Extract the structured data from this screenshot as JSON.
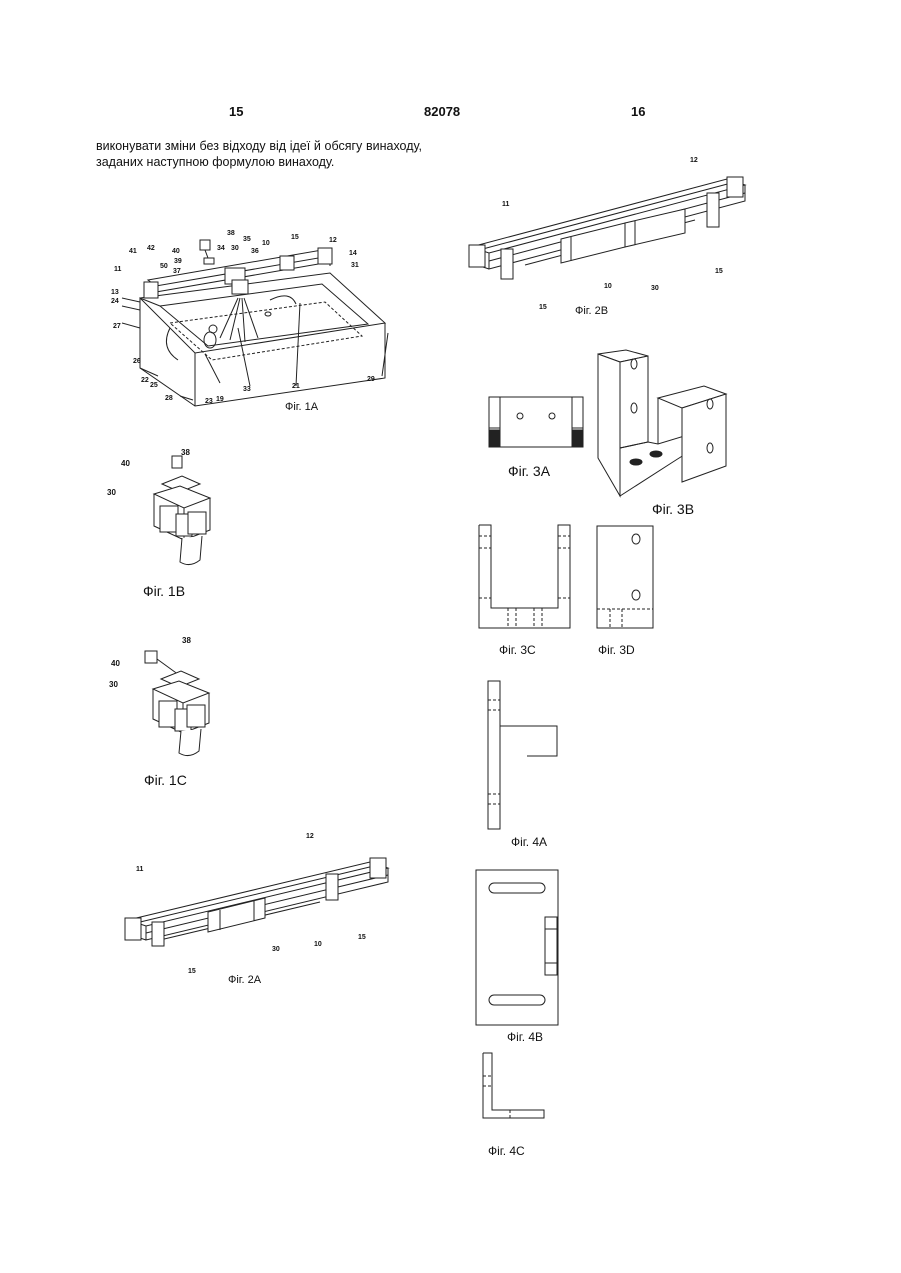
{
  "header": {
    "page_left": "15",
    "doc_number": "82078",
    "page_right": "16"
  },
  "body_text": "виконувати зміни без відходу від ідеї й обсягу винаходу, заданих наступною формулою винаходу.",
  "figures": {
    "fig1a": {
      "caption": "Фіг. 1А",
      "refs": [
        "38",
        "40",
        "34",
        "30",
        "35",
        "10",
        "15",
        "12",
        "14",
        "31",
        "41",
        "42",
        "50",
        "39",
        "37",
        "36",
        "11",
        "13",
        "24",
        "27",
        "26",
        "22",
        "25",
        "28",
        "23",
        "19",
        "33",
        "21",
        "29"
      ]
    },
    "fig1b": {
      "caption": "Фіг. 1В",
      "refs": [
        "38",
        "40",
        "30"
      ]
    },
    "fig1c": {
      "caption": "Фіг. 1С",
      "refs": [
        "38",
        "40",
        "30"
      ]
    },
    "fig2a": {
      "caption": "Фіг. 2А",
      "refs": [
        "12",
        "11",
        "30",
        "10",
        "15",
        "15"
      ]
    },
    "fig2b": {
      "caption": "Фіг. 2В",
      "refs": [
        "12",
        "11",
        "15",
        "10",
        "30",
        "15"
      ]
    },
    "fig3a": {
      "caption": "Фіг. 3А"
    },
    "fig3b": {
      "caption": "Фіг. 3В"
    },
    "fig3c": {
      "caption": "Фіг. 3С"
    },
    "fig3d": {
      "caption": "Фіг. 3D"
    },
    "fig4a": {
      "caption": "Фіг. 4А"
    },
    "fig4b": {
      "caption": "Фіг. 4В"
    },
    "fig4c": {
      "caption": "Фіг. 4С"
    }
  }
}
